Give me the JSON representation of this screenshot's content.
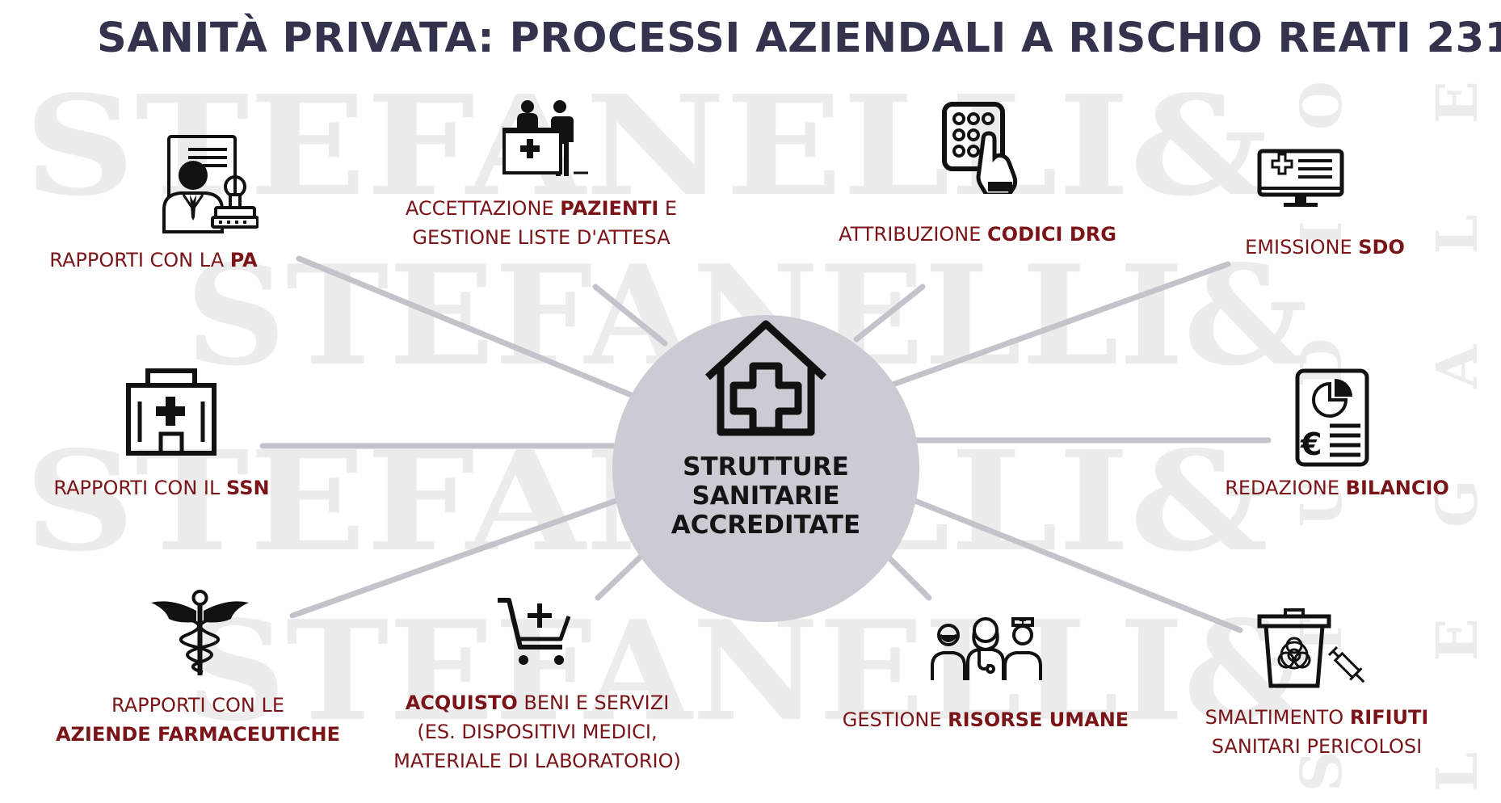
{
  "title": "SANITÀ PRIVATA: PROCESSI AZIENDALI A RISCHIO REATI 231",
  "watermark": {
    "main": "STEFANELLI&",
    "side": [
      "STUDIO",
      "LEGALE"
    ]
  },
  "center": {
    "lines": [
      "STRUTTURE",
      "SANITARIE",
      "ACCREDITATE"
    ],
    "icon": "hospital-house-icon"
  },
  "nodes": [
    {
      "id": "pa",
      "icon": "official-stamp-icon",
      "lines": [
        [
          {
            "t": "RAPPORTI CON LA ",
            "b": false
          },
          {
            "t": "PA",
            "b": true
          }
        ]
      ]
    },
    {
      "id": "pazienti",
      "icon": "reception-desk-icon",
      "lines": [
        [
          {
            "t": "ACCETTAZIONE ",
            "b": false
          },
          {
            "t": "PAZIENTI",
            "b": true
          },
          {
            "t": " E",
            "b": false
          }
        ],
        [
          {
            "t": "GESTIONE LISTE D'ATTESA",
            "b": false
          }
        ]
      ]
    },
    {
      "id": "drg",
      "icon": "keypad-hand-icon",
      "lines": [
        [
          {
            "t": "ATTRIBUZIONE ",
            "b": false
          },
          {
            "t": "CODICI DRG",
            "b": true
          }
        ]
      ]
    },
    {
      "id": "sdo",
      "icon": "medical-monitor-icon",
      "lines": [
        [
          {
            "t": "EMISSIONE ",
            "b": false
          },
          {
            "t": "SDO",
            "b": true
          }
        ]
      ]
    },
    {
      "id": "ssn",
      "icon": "hospital-building-icon",
      "lines": [
        [
          {
            "t": "RAPPORTI CON IL ",
            "b": false
          },
          {
            "t": "SSN",
            "b": true
          }
        ]
      ]
    },
    {
      "id": "bilancio",
      "icon": "financial-report-icon",
      "lines": [
        [
          {
            "t": "REDAZIONE ",
            "b": false
          },
          {
            "t": "BILANCIO",
            "b": true
          }
        ]
      ]
    },
    {
      "id": "farma",
      "icon": "caduceus-icon",
      "lines": [
        [
          {
            "t": "RAPPORTI CON LE",
            "b": false
          }
        ],
        [
          {
            "t": "AZIENDE FARMACEUTICHE",
            "b": true
          }
        ]
      ]
    },
    {
      "id": "acquisto",
      "icon": "shopping-cart-icon",
      "lines": [
        [
          {
            "t": "ACQUISTO",
            "b": true
          },
          {
            "t": " BENI E SERVIZI",
            "b": false
          }
        ],
        [
          {
            "t": "(ES. DISPOSITIVI MEDICI,",
            "b": false
          }
        ],
        [
          {
            "t": "MATERIALE DI LABORATORIO)",
            "b": false
          }
        ]
      ]
    },
    {
      "id": "risorse",
      "icon": "medical-staff-icon",
      "lines": [
        [
          {
            "t": "GESTIONE ",
            "b": false
          },
          {
            "t": "RISORSE UMANE",
            "b": true
          }
        ]
      ]
    },
    {
      "id": "rifiuti",
      "icon": "biohazard-bin-icon",
      "lines": [
        [
          {
            "t": "SMALTIMENTO ",
            "b": false
          },
          {
            "t": "RIFIUTI",
            "b": true
          }
        ],
        [
          {
            "t": "SANITARI PERICOLOSI",
            "b": false
          }
        ]
      ]
    }
  ],
  "colors": {
    "title": "#33334d",
    "label": "#7a1418",
    "lines": "#c3c3cb",
    "center": "#cbcbd3",
    "icon": "#111111",
    "watermark": "#ececec"
  }
}
